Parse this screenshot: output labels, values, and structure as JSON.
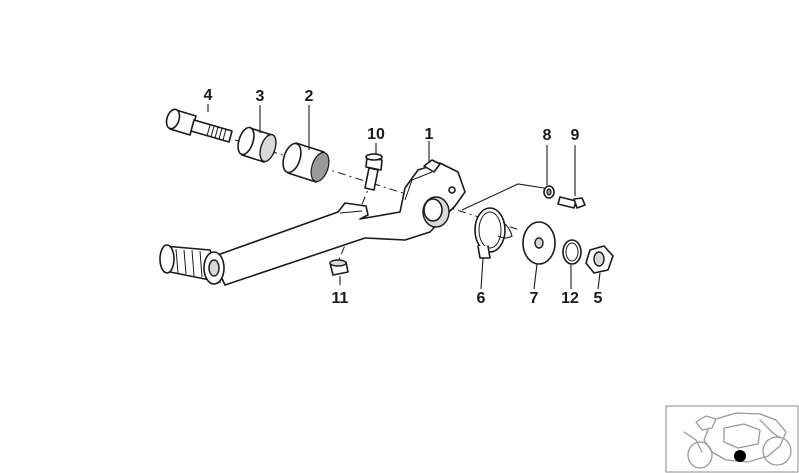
{
  "callouts": [
    {
      "id": "4",
      "text": "4"
    },
    {
      "id": "3",
      "text": "3"
    },
    {
      "id": "2",
      "text": "2"
    },
    {
      "id": "10",
      "text": "10"
    },
    {
      "id": "1",
      "text": "1"
    },
    {
      "id": "8",
      "text": "8"
    },
    {
      "id": "9",
      "text": "9"
    },
    {
      "id": "11",
      "text": "11"
    },
    {
      "id": "6",
      "text": "6"
    },
    {
      "id": "7",
      "text": "7"
    },
    {
      "id": "12",
      "text": "12"
    },
    {
      "id": "5",
      "text": "5"
    }
  ],
  "colors": {
    "line": "#1a1a1a",
    "fill": "#ffffff",
    "thumbnail_line": "#9a9a9a",
    "marker": "#000000"
  },
  "icons": [
    "motorcycle-thumbnail-icon",
    "location-marker-icon"
  ]
}
